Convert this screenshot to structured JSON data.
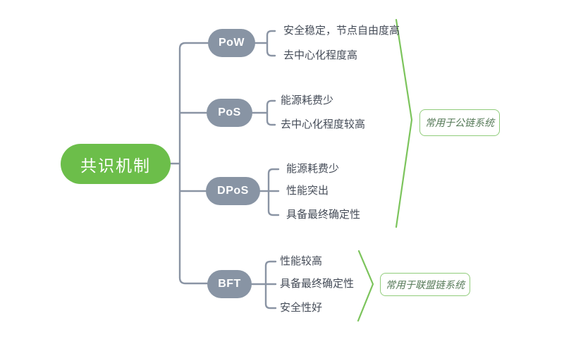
{
  "root": {
    "label": "共识机制"
  },
  "branches": [
    {
      "label": "PoW",
      "leaves": [
        "安全稳定，节点自由度高",
        "去中心化程度高"
      ]
    },
    {
      "label": "PoS",
      "leaves": [
        "能源耗费少",
        "去中心化程度较高"
      ]
    },
    {
      "label": "DPoS",
      "leaves": [
        "能源耗费少",
        "性能突出",
        "具备最终确定性"
      ]
    },
    {
      "label": "BFT",
      "leaves": [
        "性能较高",
        "具备最终确定性",
        "安全性好"
      ]
    }
  ],
  "annotations": [
    {
      "label": "常用于公链系统"
    },
    {
      "label": "常用于联盟链系统"
    }
  ],
  "colors": {
    "root_fill": "#6cbe4a",
    "branch_fill": "#8894a4",
    "connector": "#8a94a4",
    "leaf_text": "#454c58",
    "accent_green_line": "#7cc45c",
    "annotation_border": "#90cc7a",
    "annotation_text": "#567a58",
    "background": "#ffffff"
  }
}
